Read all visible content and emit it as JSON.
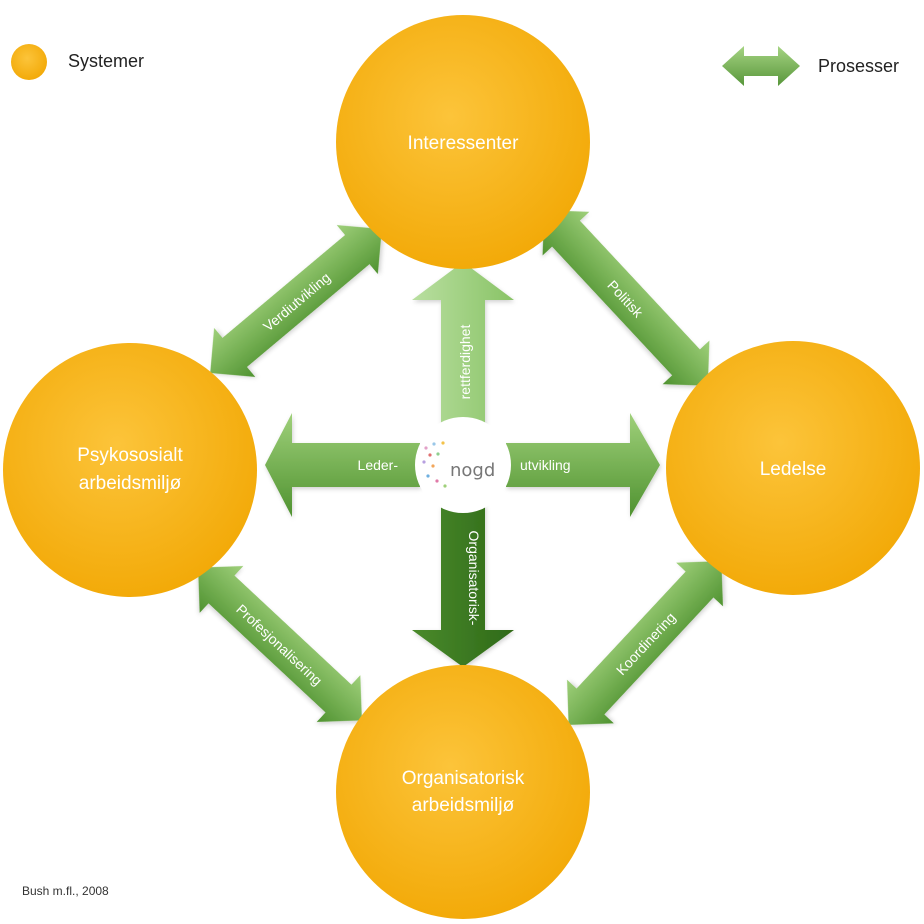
{
  "legend": {
    "systems_label": "Systemer",
    "processes_label": "Prosesser"
  },
  "colors": {
    "system_fill": "#f5b010",
    "system_highlight": "#fbc93a",
    "arrow_light": "#8fc56a",
    "arrow_dark": "#4e8f2e",
    "arrow_pale": "#a9d58c",
    "arrow_deep": "#3f7d25"
  },
  "nodes": {
    "top": "Interessenter",
    "left_line1": "Psykososialt",
    "left_line2": "arbeidsmiljø",
    "right": "Ledelse",
    "bottom_line1": "Organisatorisk",
    "bottom_line2": "arbeidsmiljø"
  },
  "processes": {
    "top_left": "Verdiutvikling",
    "top_right": "Politisk",
    "bottom_left": "Profesjonalisering",
    "bottom_right": "Koordinering",
    "center_up": "rettferdighet",
    "center_down": "Organisatorisk-",
    "center_left": "Leder-",
    "center_right": "utvikling"
  },
  "logo": {
    "text": "nogd"
  },
  "source": "Bush m.fl., 2008"
}
